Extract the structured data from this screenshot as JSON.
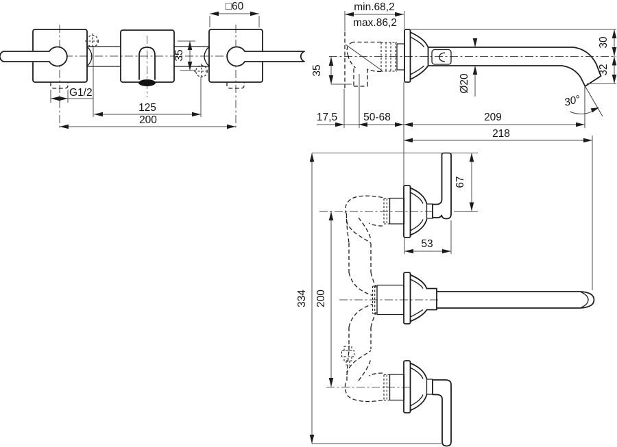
{
  "title": "Wall-mounted basin mixer — installation dimension drawing",
  "colors": {
    "background": "#ffffff",
    "object_line": "#1c1c1c",
    "dimension_line": "#4d4d4d",
    "spout_outlet_fill": "#111111"
  },
  "views": {
    "front": {
      "label": "front-view",
      "dimensions": {
        "escutcheon_square": "□60",
        "inlet_offset": "35",
        "thread_size": "G1/2",
        "inlet_spacing": "125",
        "handle_spacing": "200"
      }
    },
    "side": {
      "label": "side-view",
      "dimensions": {
        "depth_min": "min.68,2",
        "depth_max": "max.86,2",
        "inlet_drop": "35",
        "above_axis": "30",
        "below_axis": "32",
        "spout_diameter": "Ø20",
        "wall_offset": "17,5",
        "embed_range": "50-68",
        "spout_reach": "209",
        "spout_angle": "30°"
      }
    },
    "plan": {
      "label": "plan-view",
      "dimensions": {
        "total_reach": "218",
        "lever_length": "67",
        "handle_projection": "53",
        "total_width": "334",
        "handle_spacing": "200"
      }
    }
  }
}
